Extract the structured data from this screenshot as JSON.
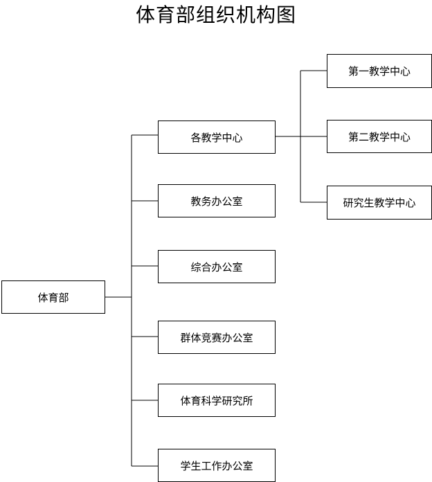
{
  "title": "体育部组织机构图",
  "root": {
    "label": "体育部"
  },
  "departments": [
    {
      "label": "各教学中心"
    },
    {
      "label": "教务办公室"
    },
    {
      "label": "综合办公室"
    },
    {
      "label": "群体竞赛办公室"
    },
    {
      "label": "体育科学研究所"
    },
    {
      "label": "学生工作办公室"
    }
  ],
  "teaching_centers": [
    {
      "label": "第一教学中心"
    },
    {
      "label": "第二教学中心"
    },
    {
      "label": "研究生教学中心"
    }
  ]
}
